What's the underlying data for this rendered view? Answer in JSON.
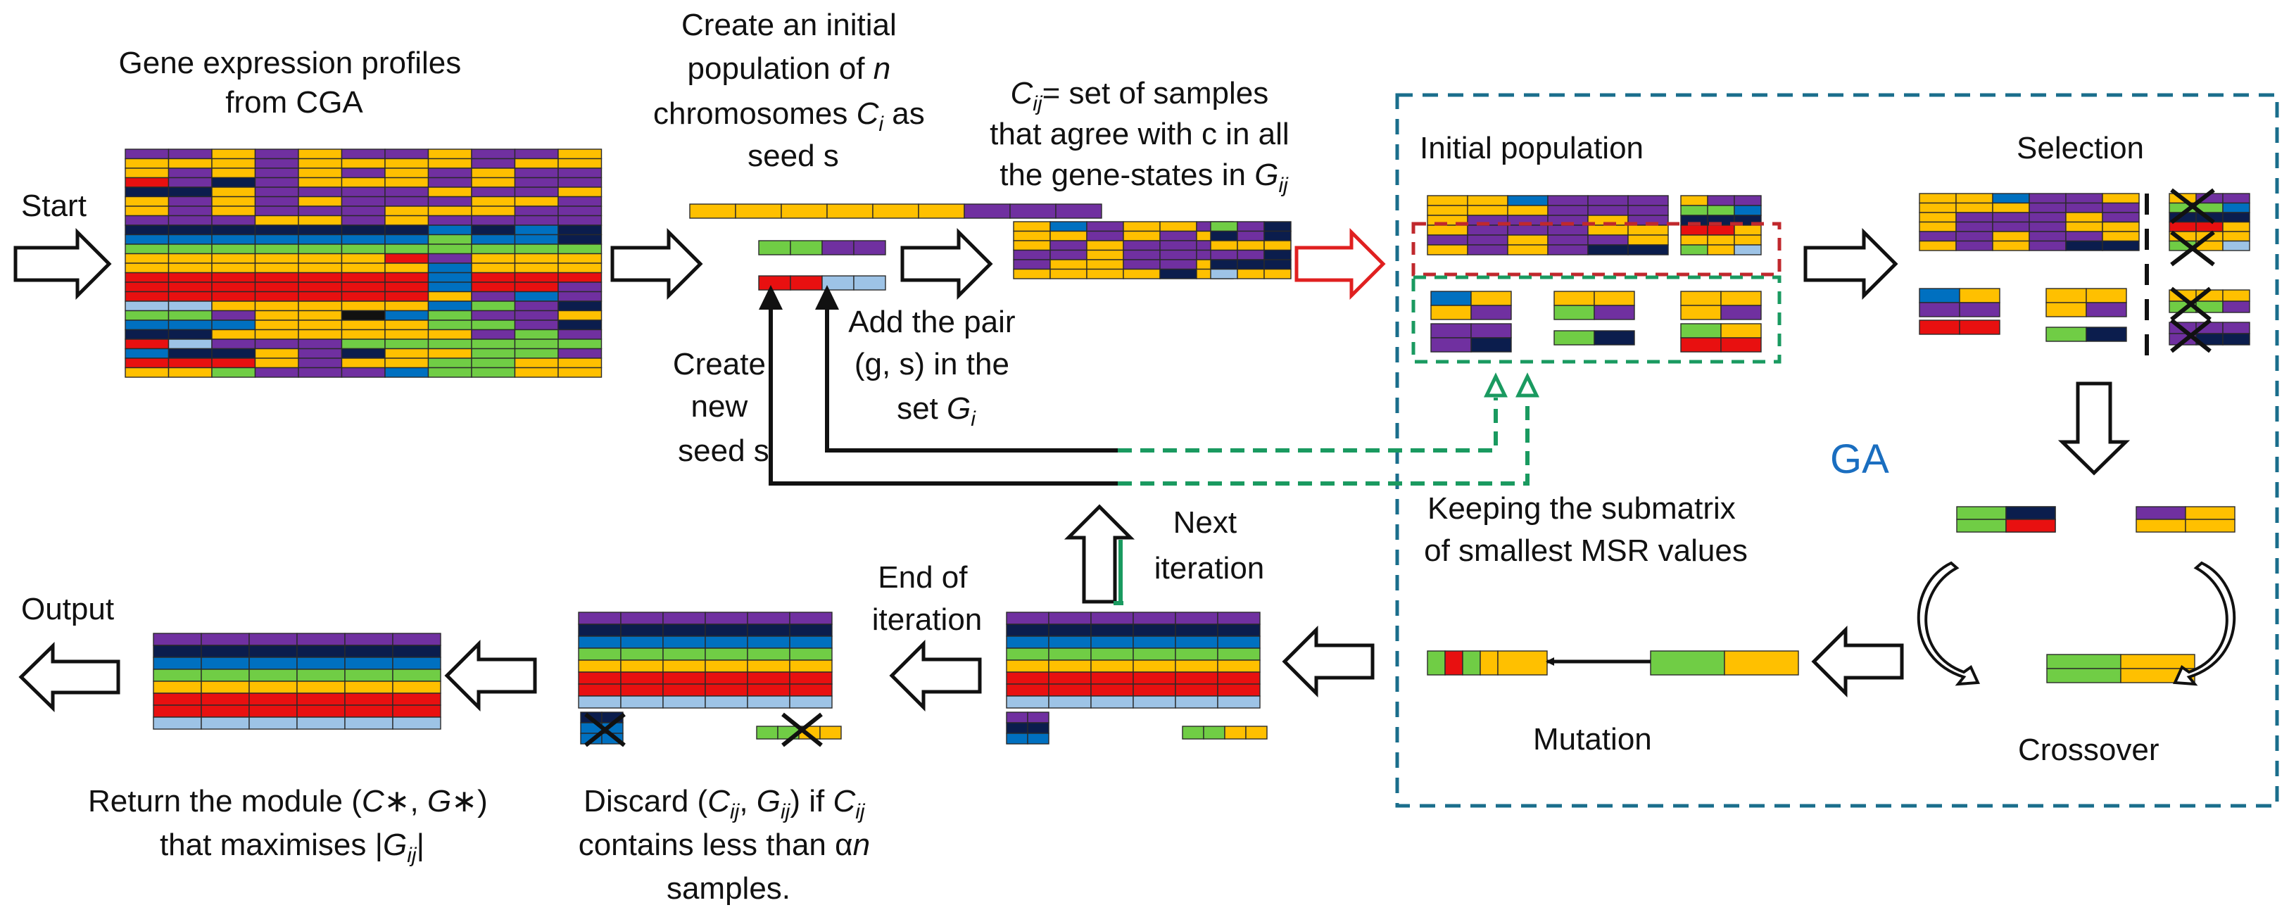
{
  "labels": {
    "gene_profiles": [
      "Gene expression profiles",
      "from CGA"
    ],
    "start": "Start",
    "create_initial": [
      "Create an initial",
      "population of ",
      "n",
      "chromosomes ",
      "C",
      "i",
      " as",
      "seed s"
    ],
    "cij_def": [
      "C",
      "ij",
      "= set of samples",
      "that agree with c in all",
      "the gene-states in ",
      "G",
      "ij"
    ],
    "add_pair": [
      "Add the pair",
      "(g, s) in the",
      "set ",
      "G",
      "i"
    ],
    "create_new_seed": [
      "Create",
      "new",
      "seed s"
    ],
    "initial_population": "Initial population",
    "selection": "Selection",
    "ga": "GA",
    "keeping": [
      "Keeping the submatrix",
      "of smallest MSR values"
    ],
    "next_iteration": [
      "Next",
      "iteration"
    ],
    "end_of_iteration": [
      "End of",
      "iteration"
    ],
    "output": "Output",
    "mutation": "Mutation",
    "crossover": "Crossover",
    "return_module": [
      "Return the module (",
      "C",
      "∗, ",
      "G",
      "∗)",
      "that maximises |",
      "G",
      "ij",
      "|"
    ],
    "discard": [
      "Discard (",
      "C",
      "ij",
      ", ",
      "G",
      "ij",
      ") if ",
      "C",
      "ij",
      "contains less than α",
      "n",
      "samples."
    ]
  },
  "colors": {
    "orange": "#ffc000",
    "purple": "#7030a0",
    "navy": "#0b1d4d",
    "blue": "#0070c0",
    "green": "#70cd45",
    "red": "#e81010",
    "lightblue": "#9dc3e6",
    "black": "#111111",
    "ga_border": "#1a6e8c",
    "ga_text": "#1a6ec0",
    "red_dash": "#c0282d",
    "green_dash": "#1a9a60",
    "red_arrow": "#e02020",
    "green_arrow": "#1a9a60"
  }
}
